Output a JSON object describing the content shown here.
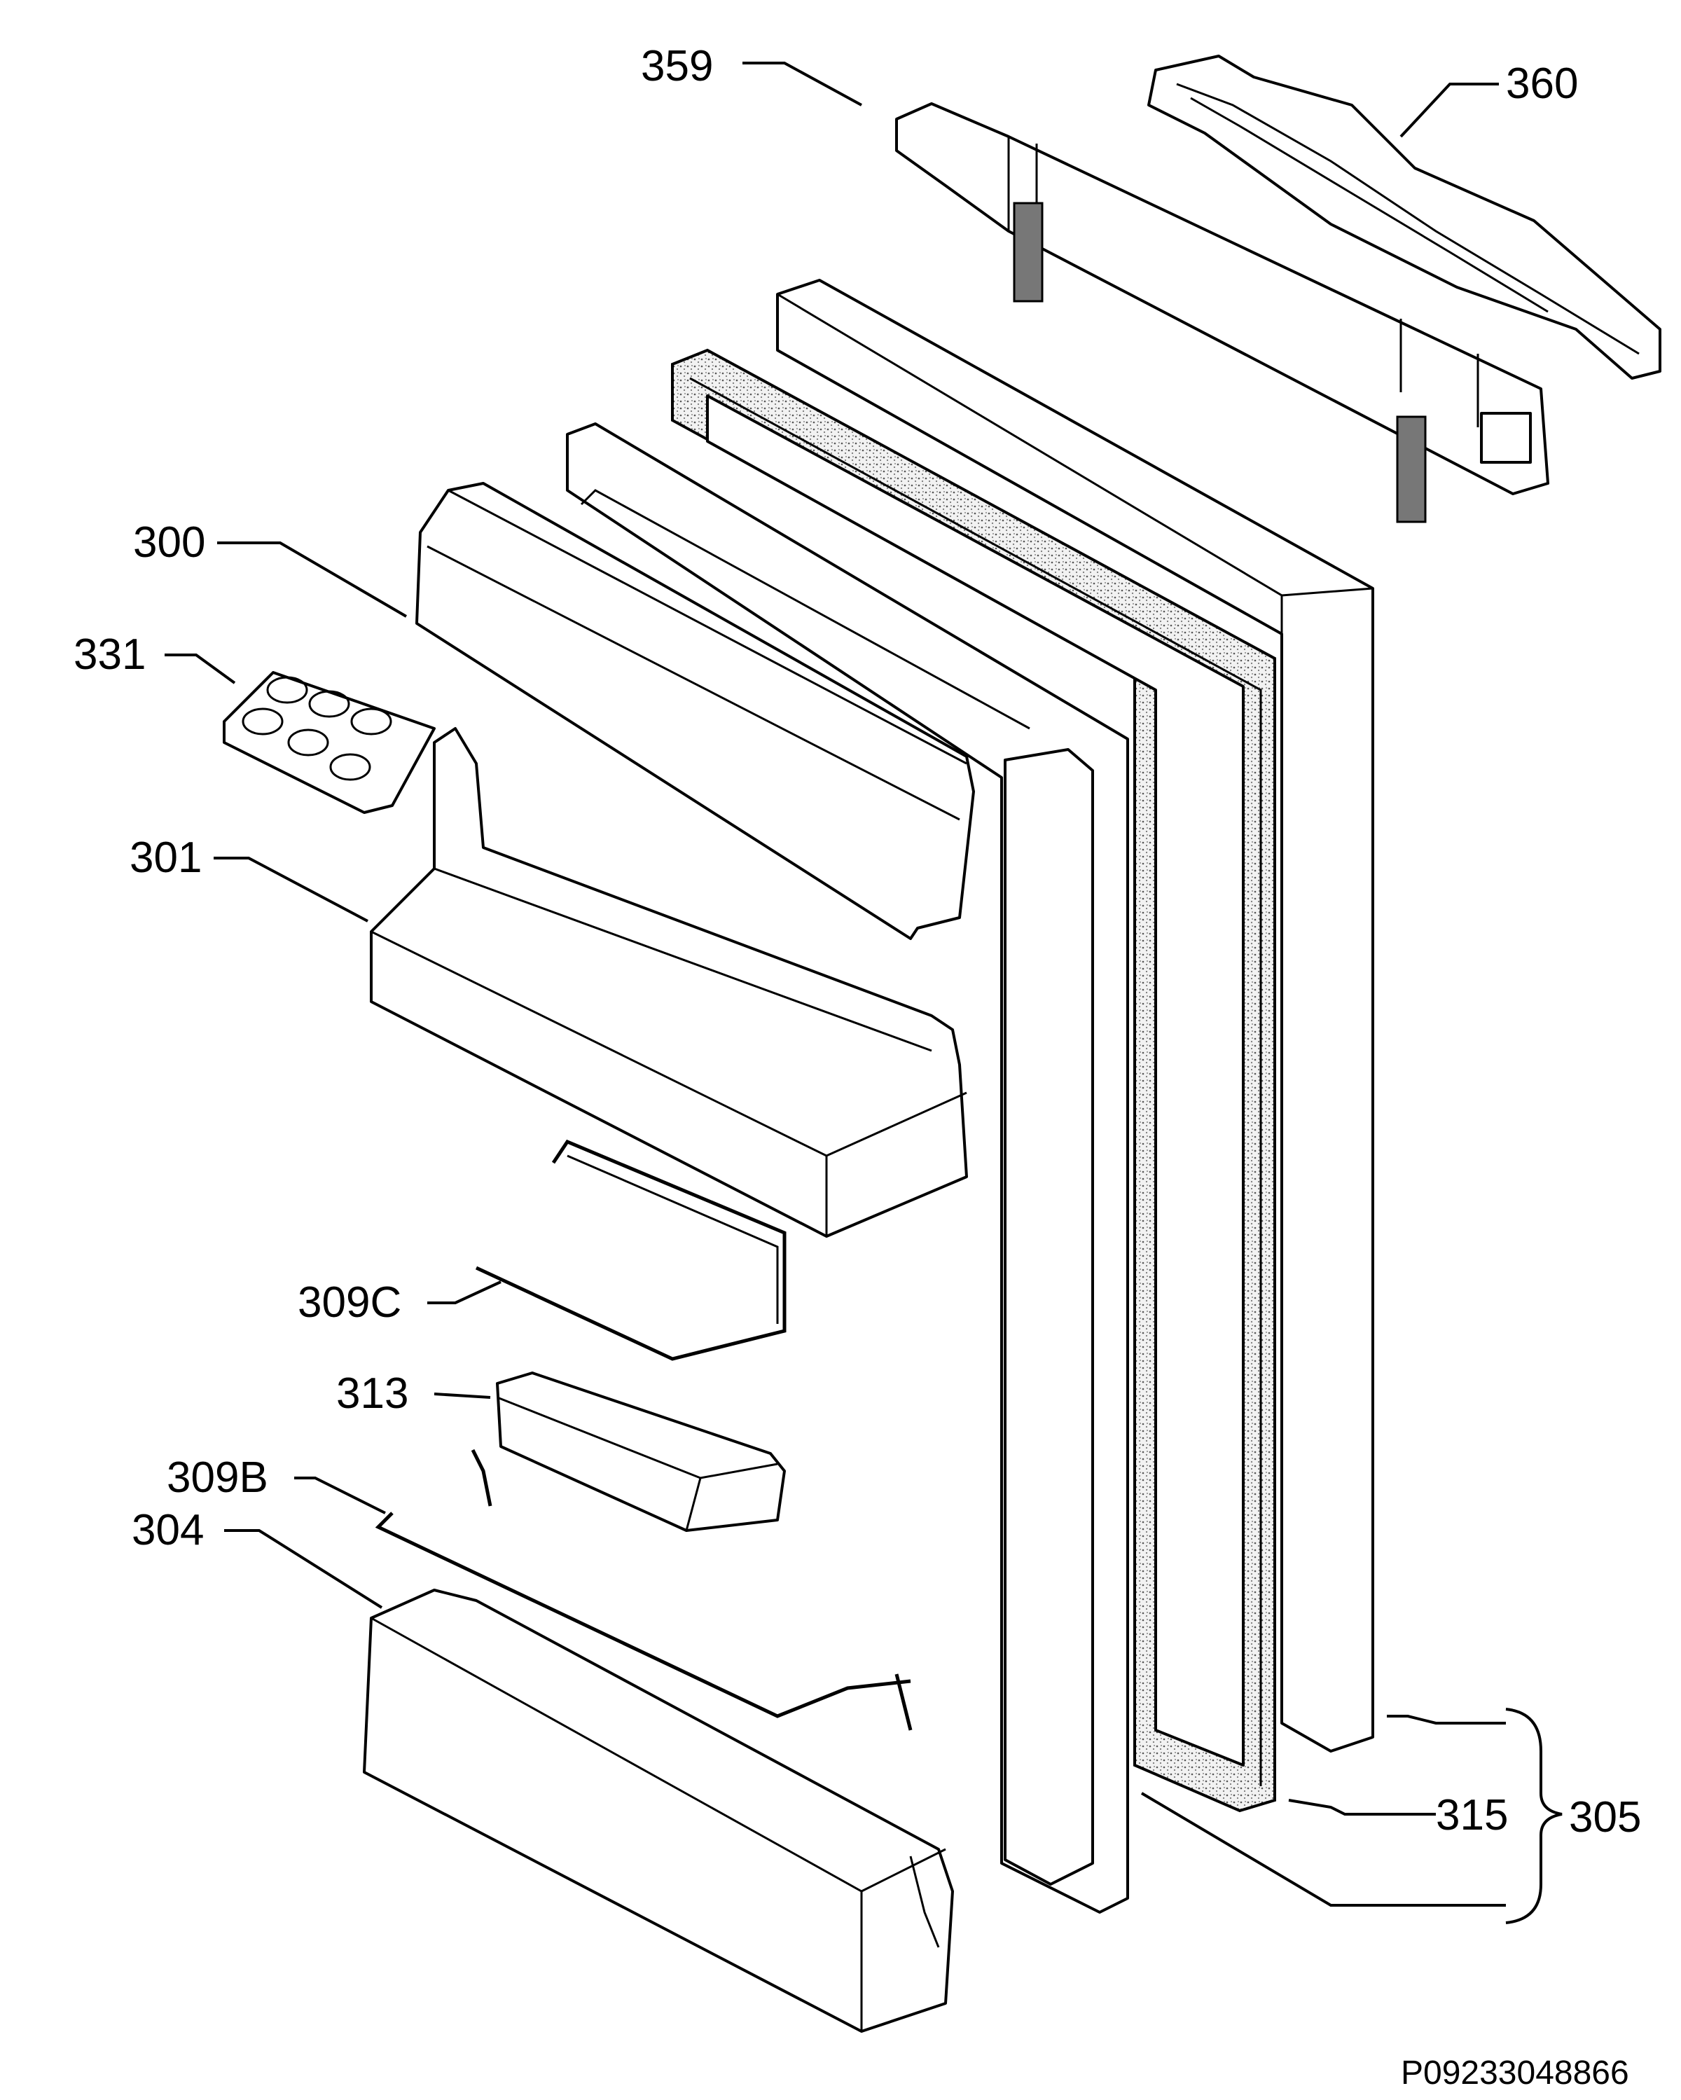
{
  "labels": {
    "p359": "359",
    "p360": "360",
    "p300": "300",
    "p331": "331",
    "p301": "301",
    "p309c": "309C",
    "p313": "313",
    "p309b": "309B",
    "p304": "304",
    "p315": "315",
    "p305": "305"
  },
  "drawing_code": "P09233048866"
}
